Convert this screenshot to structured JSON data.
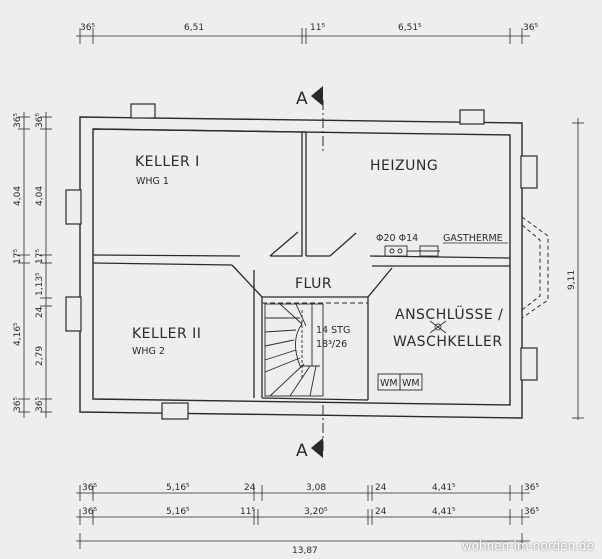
{
  "colors": {
    "background": "#eceef0",
    "ink": "#2a2a2a",
    "wall": "#ffffff"
  },
  "rooms": {
    "keller1": "KELLER I",
    "keller1_sub": "WHG 1",
    "heizung": "HEIZUNG",
    "flur": "FLUR",
    "keller2": "KELLER II",
    "keller2_sub": "WHG 2",
    "anschluesse": "ANSCHLÜSSE /",
    "waschkeller": "WASCHKELLER"
  },
  "annotations": {
    "pipes": "Φ20 Φ14",
    "gastherme": "GASTHERME",
    "stairs": "14 STG",
    "stairs_ratio": "18³/26",
    "wm1": "WM",
    "wm2": "WM"
  },
  "section_marks": {
    "top": "A",
    "bottom": "A"
  },
  "dimensions": {
    "top": [
      "36⁵",
      "6,51",
      "11⁵",
      "6,51⁵",
      "36⁵"
    ],
    "left": [
      "36⁵",
      "4,04",
      "17⁵",
      "1,13⁵",
      "24",
      "2,79",
      "36⁵"
    ],
    "left_outer": [
      "36⁵",
      "4,04",
      "17⁵",
      "4,16⁵",
      "36⁵"
    ],
    "right": [
      "9,11"
    ],
    "bottom1": [
      "36⁵",
      "5,16⁵",
      "24",
      "3,08",
      "24",
      "4,41⁵",
      "36⁵"
    ],
    "bottom2": [
      "36⁵",
      "5,16⁵",
      "11⁵",
      "3,20⁵",
      "24",
      "4,41⁵",
      "36⁵"
    ],
    "bottom_total": "13,87"
  },
  "watermark": "wohnen-im-norden.de"
}
